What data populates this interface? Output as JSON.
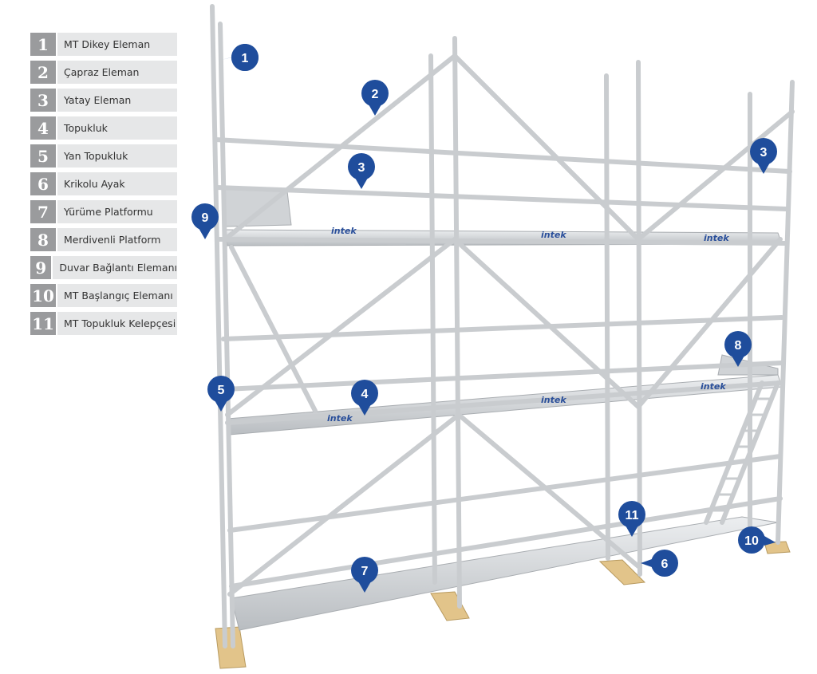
{
  "legend": [
    {
      "num": "1",
      "label": "MT Dikey Eleman"
    },
    {
      "num": "2",
      "label": "Çapraz Eleman"
    },
    {
      "num": "3",
      "label": "Yatay Eleman"
    },
    {
      "num": "4",
      "label": "Topukluk"
    },
    {
      "num": "5",
      "label": "Yan Topukluk"
    },
    {
      "num": "6",
      "label": "Krikolu Ayak"
    },
    {
      "num": "7",
      "label": "Yürüme Platformu"
    },
    {
      "num": "8",
      "label": "Merdivenli Platform"
    },
    {
      "num": "9",
      "label": "Duvar Bağlantı Elemanı"
    },
    {
      "num": "10",
      "label": "MT Başlangıç Elemanı"
    },
    {
      "num": "11",
      "label": "MT Topukluk Kelepçesi"
    }
  ],
  "brand": "intek",
  "markers": [
    "1",
    "2",
    "3",
    "3",
    "9",
    "5",
    "4",
    "8",
    "11",
    "6",
    "7",
    "10"
  ],
  "colors": {
    "pin": "#1f4d9c",
    "tube": "#c9cccf",
    "plank": "#d6d9dc",
    "wood": "#e2c48a"
  }
}
